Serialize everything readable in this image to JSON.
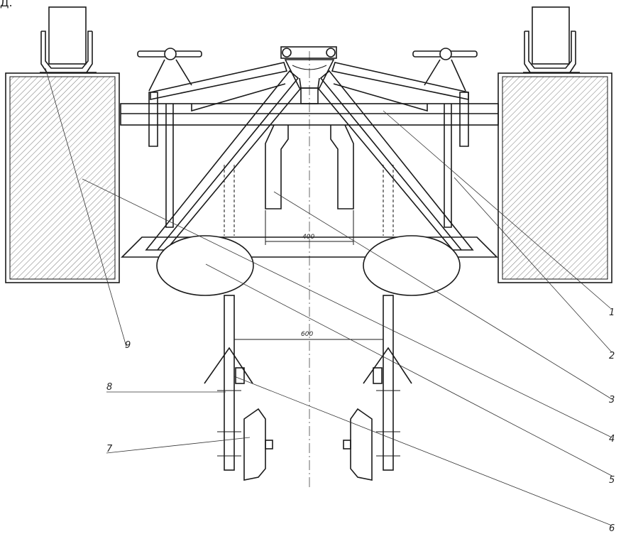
{
  "stray_text": "Д.",
  "dimensions": {
    "inner_gap": "400",
    "disc_gap": "600"
  },
  "callouts": [
    "1",
    "2",
    "3",
    "4",
    "5",
    "6",
    "7",
    "8",
    "9"
  ]
}
